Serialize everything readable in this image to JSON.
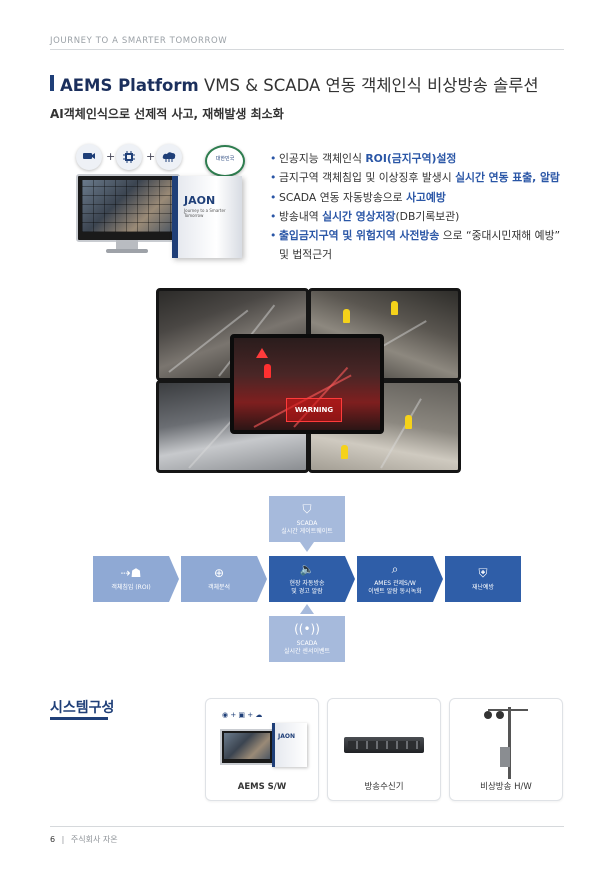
{
  "header": {
    "tagline": "JOURNEY TO A SMARTER TOMORROW",
    "title_bold": "AEMS Platform",
    "title_rest": "VMS & SCADA 연동 객체인식 비상방송 솔루션",
    "subtitle": "AI객체인식으로 선제적 사고, 재해발생 최소화"
  },
  "product": {
    "box_logo": "JAON",
    "box_sub": "Journey to a Smarter Tomorrow",
    "box_side": "JAON",
    "badge_text": "대한민국"
  },
  "bullets": [
    {
      "pre": "인공지능 객체인식 ",
      "hl": "ROI(금지구역)설정",
      "post": ""
    },
    {
      "pre": "금지구역 객체침입 및 이상징후 발생시 ",
      "hl": "실시간 연동 표출, 알람",
      "post": ""
    },
    {
      "pre": "SCADA 연동 자동방송으로 ",
      "hl": "사고예방",
      "post": ""
    },
    {
      "pre": "방송내역 ",
      "hl": "실시간 영상저장",
      "post": "(DB기록보관)"
    },
    {
      "pre": "",
      "hl": "출입금지구역 및 위험지역 사전방송",
      "post": " 으로 “중대시민재해 예방”",
      "cont": "및 법적근거"
    }
  ],
  "collage": {
    "warning": "WARNING"
  },
  "flow": {
    "roi": {
      "label": "객체침입 (ROI)"
    },
    "analysis": {
      "label": "객체분석"
    },
    "broadcast": {
      "line1": "현장 자동방송",
      "line2": "및 경고 알람"
    },
    "ames": {
      "line1": "AMES 관제S/W",
      "line2": "이벤트 알람 동시녹화"
    },
    "prevent": {
      "label": "재난예방"
    },
    "scada_top": {
      "line1": "SCADA",
      "line2": "실시간 게이트웨이트"
    },
    "scada_bottom": {
      "line1": "SCADA",
      "line2": "실시간 센서이벤트"
    }
  },
  "system": {
    "title": "시스템구성",
    "cards": [
      {
        "label": "AEMS S/W"
      },
      {
        "label": "방송수신기"
      },
      {
        "label": "비상방송 H/W"
      }
    ]
  },
  "footer": {
    "page": "6",
    "company": "주식회사 자온"
  },
  "colors": {
    "navy": "#1f3f78",
    "accent_blue": "#2a56a6",
    "flow_light": "#8fa9d4",
    "flow_dark": "#2f5ea8",
    "warning_red": "#c81414"
  }
}
